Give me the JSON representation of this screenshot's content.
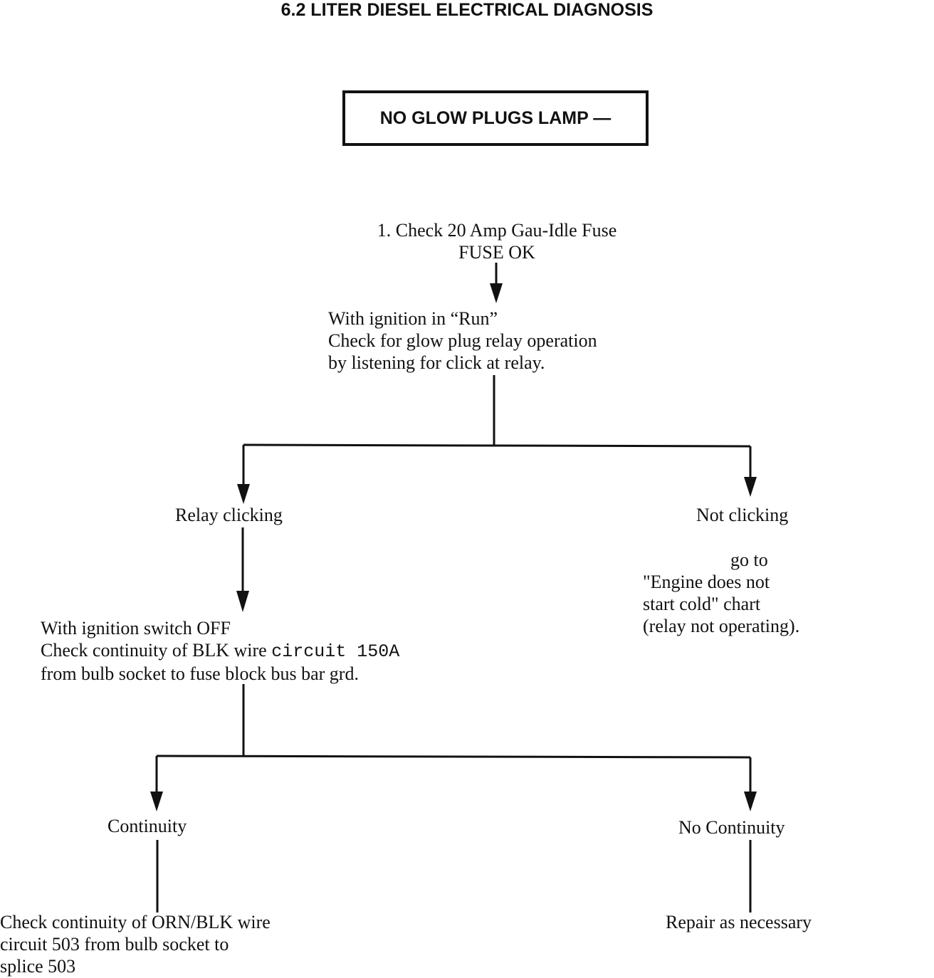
{
  "title": "6.2 LITER DIESEL ELECTRICAL DIAGNOSIS",
  "header_box": "NO GLOW PLUGS LAMP —",
  "step1": {
    "line1": "1.  Check 20 Amp Gau-Idle Fuse",
    "line2": "FUSE OK"
  },
  "relay_check": {
    "line1": "With ignition in “Run”",
    "line2": "Check for glow plug relay operation",
    "line3": "by listening for click at relay."
  },
  "relay_clicking": "Relay clicking",
  "not_clicking": "Not clicking",
  "not_clicking_action": {
    "line1": "go to",
    "line2": "\"Engine does not",
    "line3": "start cold\" chart",
    "line4": "(relay not operating)."
  },
  "blk_wire_check": {
    "line1": "With ignition switch OFF",
    "line2_prefix": "Check continuity of BLK wire ",
    "line2_circuit": "circuit 150A",
    "line3": "from bulb socket to fuse block bus bar grd."
  },
  "continuity": "Continuity",
  "no_continuity": "No Continuity",
  "orn_blk_check": {
    "line1": "Check continuity of ORN/BLK wire",
    "line2": "circuit 503 from bulb socket to",
    "line3": "splice 503"
  },
  "repair": "Repair as necessary"
}
